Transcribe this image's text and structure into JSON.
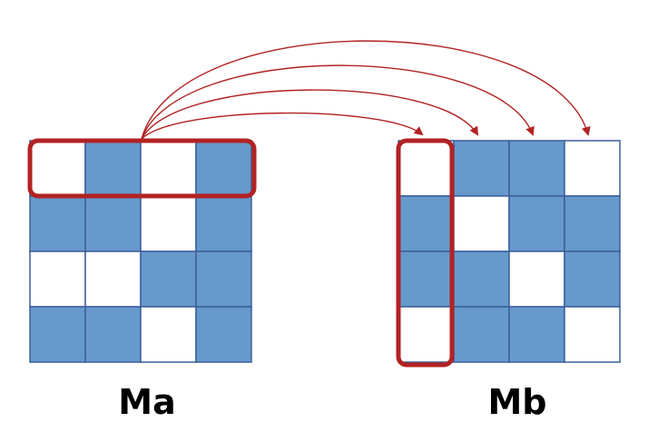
{
  "colors": {
    "filled": "#6699cc",
    "empty": "#ffffff",
    "grid_line": "#3b5f9a",
    "highlight": "#b22222",
    "arrow": "#b22222"
  },
  "matrix_a": {
    "label": "Ma",
    "cells": [
      [
        0,
        1,
        0,
        1
      ],
      [
        1,
        1,
        0,
        1
      ],
      [
        0,
        0,
        1,
        1
      ],
      [
        1,
        1,
        0,
        1
      ]
    ],
    "highlight": {
      "kind": "row",
      "index": 0
    }
  },
  "matrix_b": {
    "label": "Mb",
    "cells": [
      [
        0,
        1,
        1,
        0
      ],
      [
        1,
        0,
        1,
        1
      ],
      [
        1,
        1,
        0,
        1
      ],
      [
        0,
        1,
        1,
        0
      ]
    ],
    "highlight": {
      "kind": "column",
      "index": 0
    }
  },
  "connections": {
    "from": {
      "matrix": "matrix_a",
      "row": 0
    },
    "to_columns": [
      0,
      1,
      2,
      3
    ]
  }
}
